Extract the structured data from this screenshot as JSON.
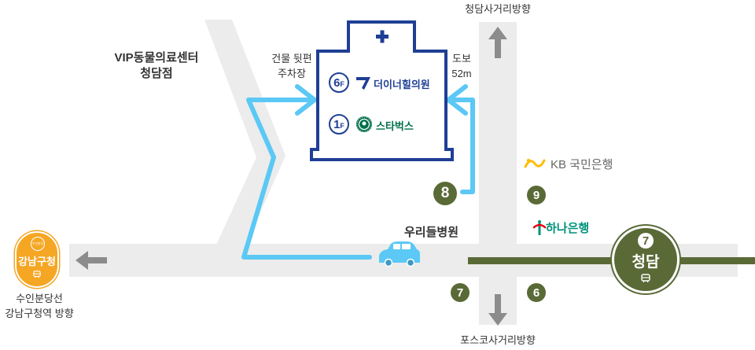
{
  "labels": {
    "north_direction": "청담사거리방향",
    "south_direction": "포스코사거리방향",
    "vip_center": [
      "VIP동물의료센터",
      "청담점"
    ],
    "parking": [
      "건물 뒷편",
      "주차장"
    ],
    "walk": [
      "도보",
      "52m"
    ],
    "hospital_landmark": "우리들병원",
    "west_direction": [
      "수인분당선",
      "강남구청역 방향"
    ]
  },
  "building": {
    "floors": [
      {
        "floor": "6",
        "suffix": "F",
        "name": "더이너힐의원"
      },
      {
        "floor": "1",
        "suffix": "F",
        "name": "스타벅스"
      }
    ]
  },
  "exits": {
    "exit_8": "8",
    "exit_9": "9",
    "exit_7": "7",
    "exit_6": "6"
  },
  "banks": {
    "kb": "KB 국민은행",
    "hana": "하나은행"
  },
  "stations": {
    "cheongdam": {
      "number": "7",
      "name": "청담"
    },
    "gangnam_gu_office": {
      "name": "강남구청",
      "line_badge": "수인분당"
    }
  },
  "colors": {
    "road": "#ececec",
    "line7": "#5a6a37",
    "route": "#5bc8f5",
    "building": "#1e3f94",
    "suin_bundang": "#f5a623",
    "kb": "#ffbc00",
    "hana": "#00927a",
    "arrow": "#8c8c8c"
  },
  "icons": [
    "car-icon",
    "starbucks-logo-icon",
    "theinner-logo-icon",
    "kb-logo-icon",
    "hana-logo-icon",
    "subway-train-icon"
  ]
}
